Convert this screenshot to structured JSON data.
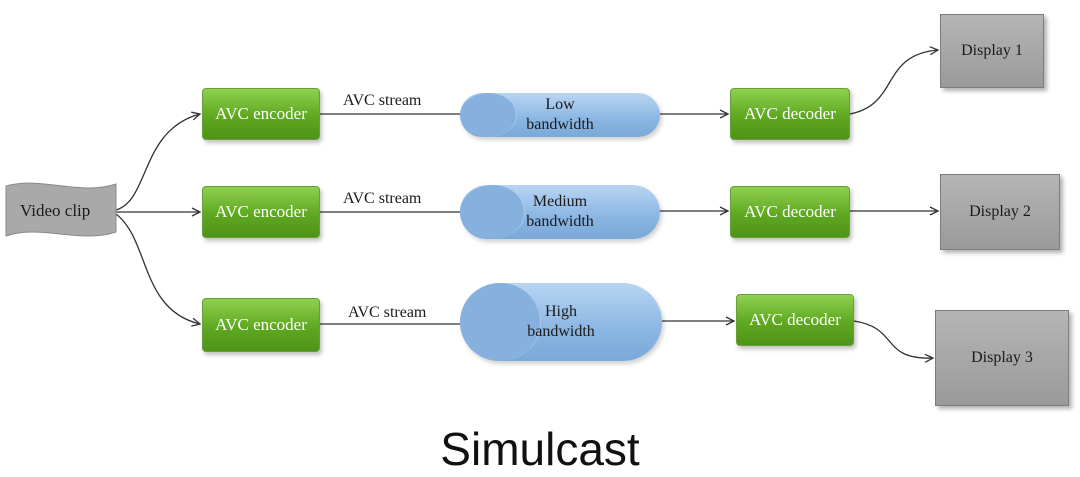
{
  "title": "Simulcast",
  "source": {
    "label": "Video clip"
  },
  "branches": [
    {
      "encoder": "AVC encoder",
      "stream_label": "AVC stream",
      "channel": [
        "Low",
        "bandwidth"
      ],
      "decoder": "AVC decoder",
      "display": "Display 1"
    },
    {
      "encoder": "AVC encoder",
      "stream_label": "AVC stream",
      "channel": [
        "Medium",
        "bandwidth"
      ],
      "decoder": "AVC decoder",
      "display": "Display 2"
    },
    {
      "encoder": "AVC encoder",
      "stream_label": "AVC stream",
      "channel": [
        "High",
        "bandwidth"
      ],
      "decoder": "AVC decoder",
      "display": "Display 3"
    }
  ],
  "colors": {
    "encoder": "#5fa821",
    "channel": "#8ab6e3",
    "display": "#a6a6a6",
    "line": "#333333"
  }
}
